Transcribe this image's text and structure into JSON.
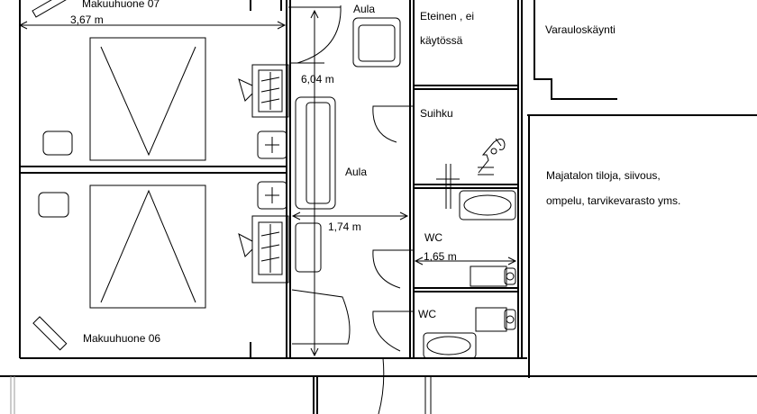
{
  "labels": {
    "bedroom_07": "Makuuhuone 07",
    "bedroom_06": "Makuuhuone 06",
    "hall_top": "Aula",
    "hall_mid": "Aula",
    "entry": "Eteinen , ei",
    "entry_line2": "käytössä",
    "emergency_exit": "Varauloskäynti",
    "shower": "Suihku",
    "storage_line1": "Majatalon tiloja, siivous,",
    "storage_line2": "ompelu, tarvikevarasto yms.",
    "wc_1": "WC",
    "wc_2": "WC"
  },
  "dimensions": {
    "bedroom_width": "3,67 m",
    "hall_length": "6,04 m",
    "hall_width": "1,74 m",
    "wc_width": "1,65 m"
  }
}
